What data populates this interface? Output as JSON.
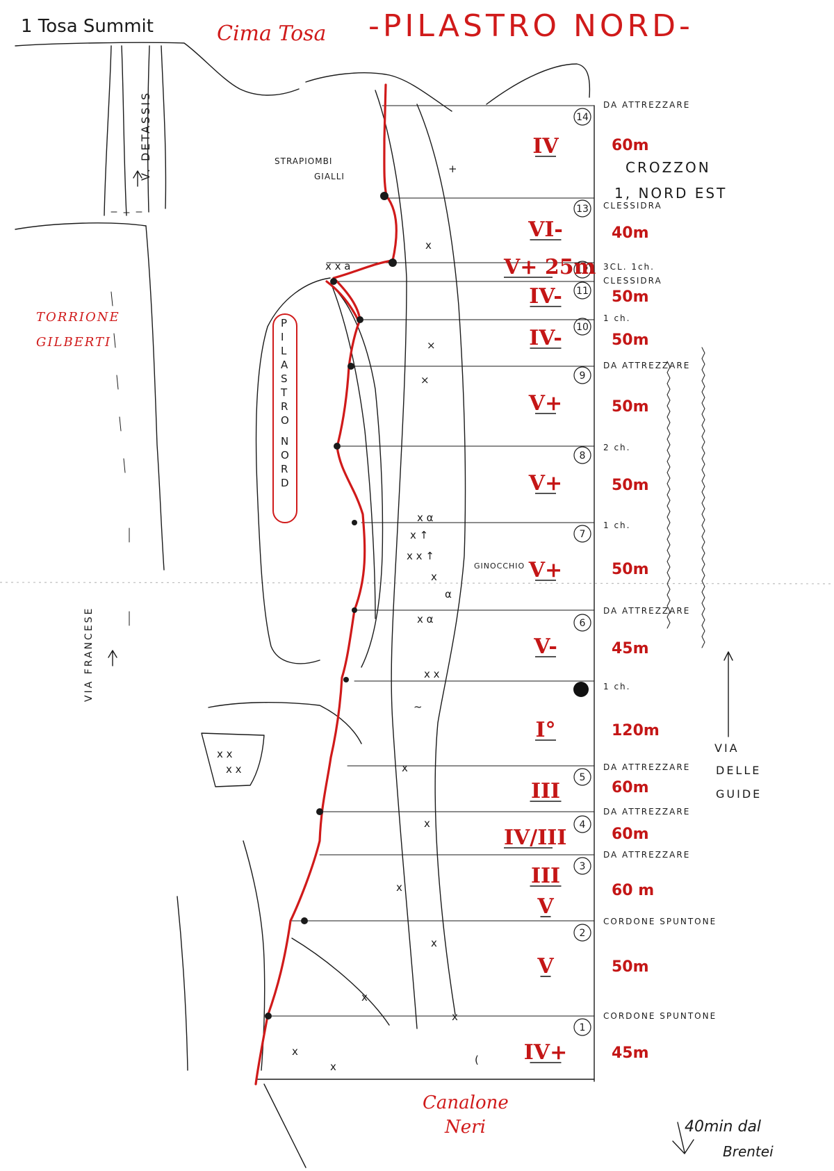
{
  "header": {
    "summit_label": "1 Tosa Summit",
    "peak_name": "Cima Tosa",
    "title": "-PILASTRO NORD-"
  },
  "labels": {
    "detassis": "V. DETASSIS",
    "strapiombi_line1": "STRAPIOMBI",
    "strapiombi_line2": "GIALLI",
    "torrione_line1": "TORRIONE",
    "torrione_line2": "GILBERTI",
    "pilastro_vertical": "PILASTRO NORD",
    "via_francese": "VIA FRANCESE",
    "ginocchio": "GINOCCHIO",
    "crozzon_line1": "CROZZON",
    "crozzon_line2": "1, NORD EST",
    "via_guide_line1": "VIA",
    "via_guide_line2": "DELLE",
    "via_guide_line3": "GUIDE",
    "canalone_line1": "Canalone",
    "canalone_line2": "Neri",
    "approach_line1": "40min dal",
    "approach_line2": "Brentei"
  },
  "pitches": [
    {
      "num": "14",
      "grade": "IV",
      "length": "60m",
      "belay": "DA ATTREZZARE"
    },
    {
      "num": "13",
      "grade": "VI-",
      "length": "40m",
      "belay": "CLESSIDRA"
    },
    {
      "num": "12",
      "grade": "V+ 25m",
      "length": "",
      "belay": "3CL. 1ch."
    },
    {
      "num": "11",
      "grade": "IV-",
      "length": "50m",
      "belay": "CLESSIDRA"
    },
    {
      "num": "10",
      "grade": "IV-",
      "length": "50m",
      "belay": "1 ch."
    },
    {
      "num": "9",
      "grade": "V+",
      "length": "50m",
      "belay": "DA ATTREZZARE"
    },
    {
      "num": "8",
      "grade": "V+",
      "length": "50m",
      "belay": "2 ch."
    },
    {
      "num": "7",
      "grade": "V+",
      "length": "50m",
      "belay": "1 ch."
    },
    {
      "num": "6",
      "grade": "V-",
      "length": "45m",
      "belay": "DA ATTREZZARE"
    },
    {
      "num": "",
      "grade": "I°",
      "length": "120m",
      "belay": "1 ch."
    },
    {
      "num": "5",
      "grade": "III",
      "length": "60m",
      "belay": "DA ATTREZZARE"
    },
    {
      "num": "4",
      "grade": "IV/III",
      "length": "60m",
      "belay": "DA ATTREZZARE"
    },
    {
      "num": "3",
      "grade": "III",
      "length": "60 m",
      "belay": "DA ATTREZZARE"
    },
    {
      "num": "",
      "grade": "V",
      "length": "",
      "belay": ""
    },
    {
      "num": "2",
      "grade": "V",
      "length": "50m",
      "belay": "CORDONE SPUNTONE"
    },
    {
      "num": "1",
      "grade": "IV+",
      "length": "45m",
      "belay": "CORDONE SPUNTONE"
    }
  ]
}
